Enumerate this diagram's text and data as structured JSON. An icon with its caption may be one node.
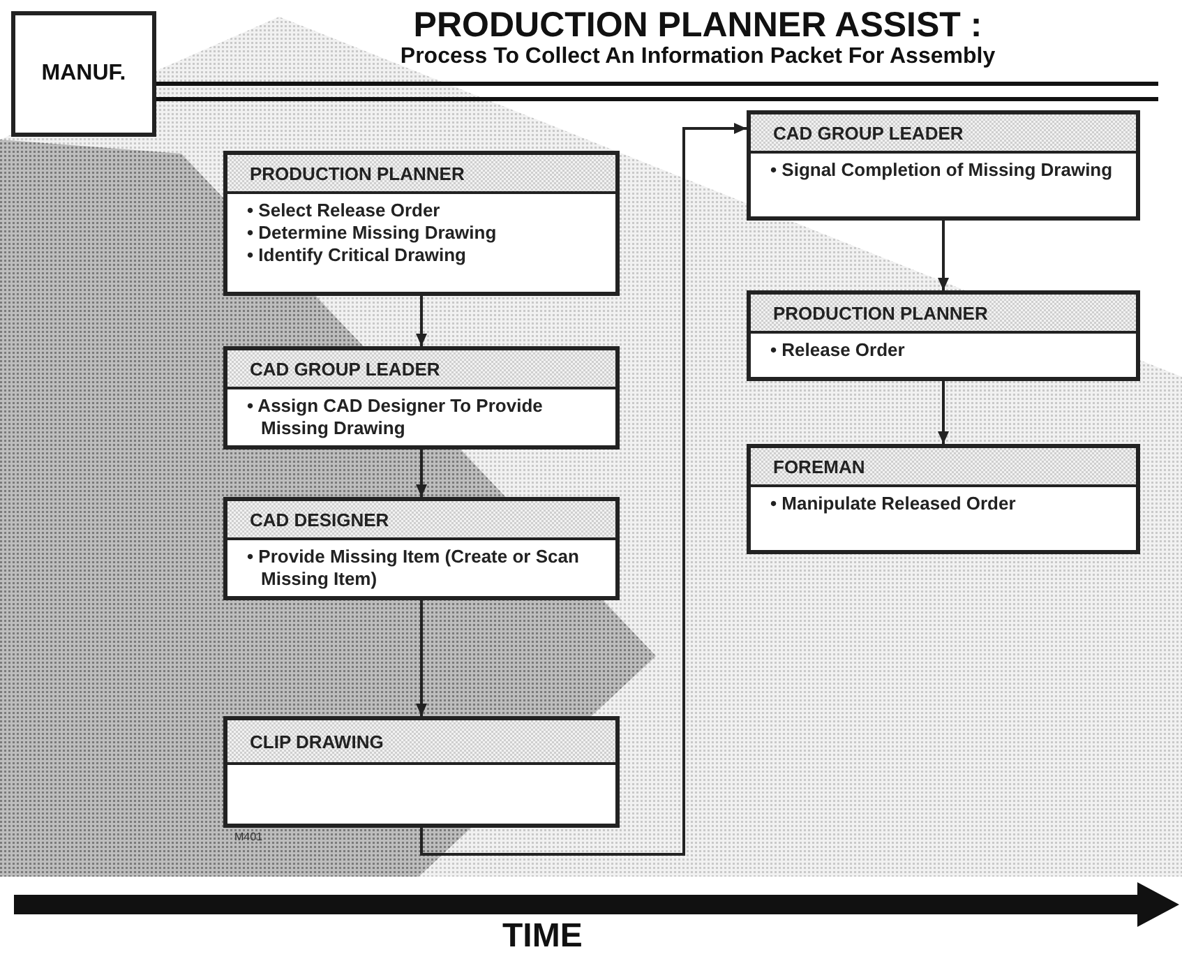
{
  "diagram": {
    "title": "PRODUCTION PLANNER ASSIST :",
    "nodes": [
      {
        "text": [
          "MANUF."
        ]
      },
      {
        "text": [
          "PRODUCTION PLANNER",
          "• Select Release Order",
          "• Determine Missing Drawing",
          "• Identify Critical Drawing"
        ]
      },
      {
        "text": [
          "CAD GROUP LEADER",
          "• Assign CAD Designer To Provide Missing Drawing"
        ]
      },
      {
        "text": [
          "CAD DESIGNER",
          "• Provide Missing Item (Create or Scan Missing Item)"
        ]
      },
      {
        "text": [
          "CLIP DRAWING"
        ]
      },
      {
        "text": [
          "CAD GROUP LEADER",
          "• Signal Completion of Missing Drawing"
        ]
      },
      {
        "text": [
          "PRODUCTION PLANNER",
          "• Release Order"
        ]
      },
      {
        "text": [
          "FOREMAN",
          "• Manipulate Released Order"
        ]
      }
    ],
    "edges": [
      {
        "from": 1,
        "to": 2,
        "arrow": "to"
      },
      {
        "from": 2,
        "to": 3,
        "arrow": "to"
      },
      {
        "from": 3,
        "to": 4,
        "arrow": "to"
      },
      {
        "from": 4,
        "to": 5,
        "arrow": "to"
      },
      {
        "from": 5,
        "to": 6,
        "arrow": "to"
      },
      {
        "from": 6,
        "to": 7,
        "arrow": "to"
      }
    ],
    "labels": [
      "Process To Collect An Information Packet For Assembly",
      "M401",
      "TIME"
    ]
  }
}
